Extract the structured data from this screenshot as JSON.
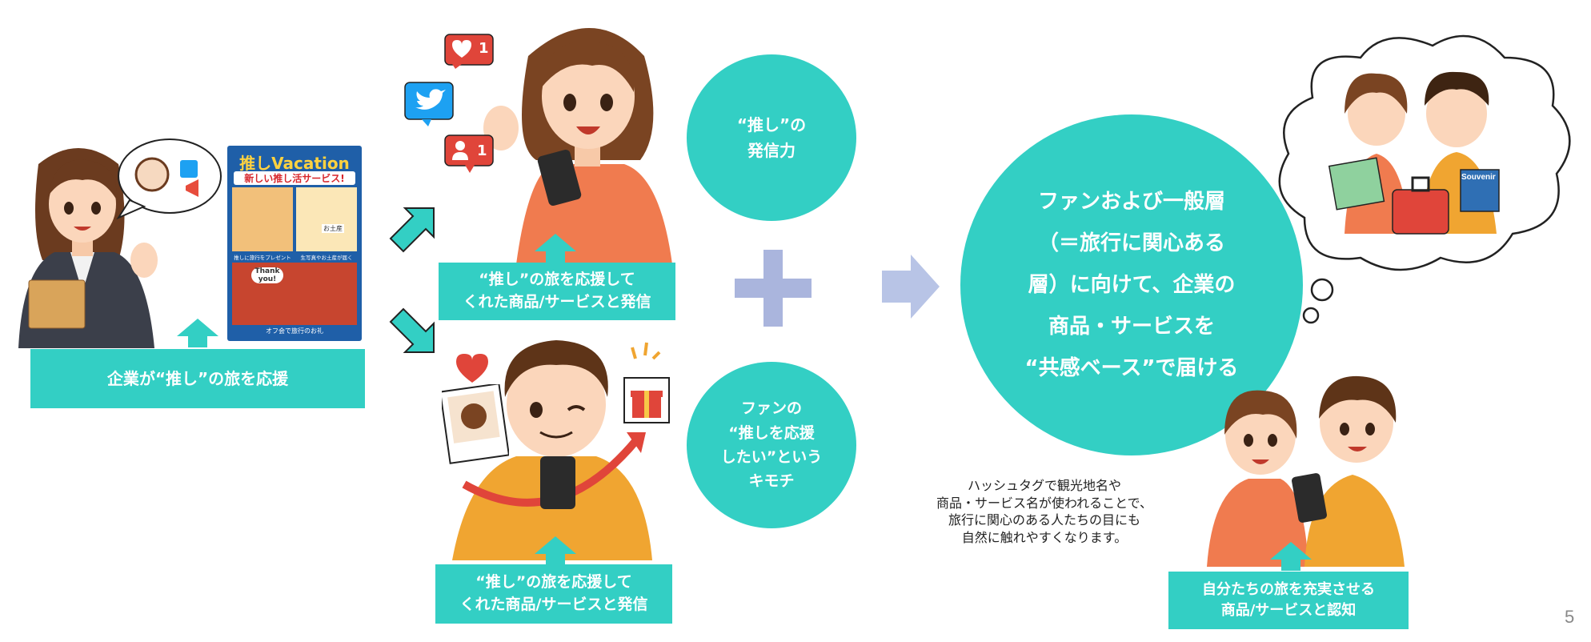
{
  "colors": {
    "accent": "#33cfc4",
    "plus": "#aab5dd",
    "arrow": "#b8c4e6",
    "small_arrow": "#33cfc4"
  },
  "poster": {
    "title": "推しVacation",
    "subtitle": "新しい推し活サービス!",
    "panel1_caption": "推しに旅行をプレゼント",
    "panel2_caption": "生写真やお土産が届く",
    "panel3_caption": "オフ会で旅行のお礼",
    "thank_you": "Thank you!",
    "souvenir_label": "お土産"
  },
  "left_box": {
    "label": "企業が“推し”の旅を応援"
  },
  "top_box": {
    "line1": "“推し”の旅を応援して",
    "line2": "くれた商品/サービスと発信"
  },
  "bottom_box": {
    "line1": "“推し”の旅を応援して",
    "line2": "くれた商品/サービスと発信"
  },
  "circle_top": {
    "line1": "“推し”の",
    "line2": "発信力"
  },
  "circle_bottom": {
    "line1": "ファンの",
    "line2": "“推しを応援",
    "line3": "したい”という",
    "line4": "キモチ"
  },
  "big_circle": {
    "line1": "ファンおよび一般層",
    "line2": "（＝旅行に関心ある",
    "line3": "層）に向けて、企業の",
    "line4": "商品・サービスを",
    "line5": "“共感ベース”で届ける"
  },
  "note": {
    "line1": "ハッシュタグで観光地名や",
    "line2": "商品・サービス名が使われることで、",
    "line3": "旅行に関心のある人たちの目にも",
    "line4": "自然に触れやすくなります。"
  },
  "right_box": {
    "line1": "自分たちの旅を充実させる",
    "line2": "商品/サービスと認知"
  },
  "social": {
    "like_count": "1",
    "follow_count": "1"
  },
  "thought_bubble": {
    "souvenir_label": "Souvenir"
  },
  "page_number": "5"
}
